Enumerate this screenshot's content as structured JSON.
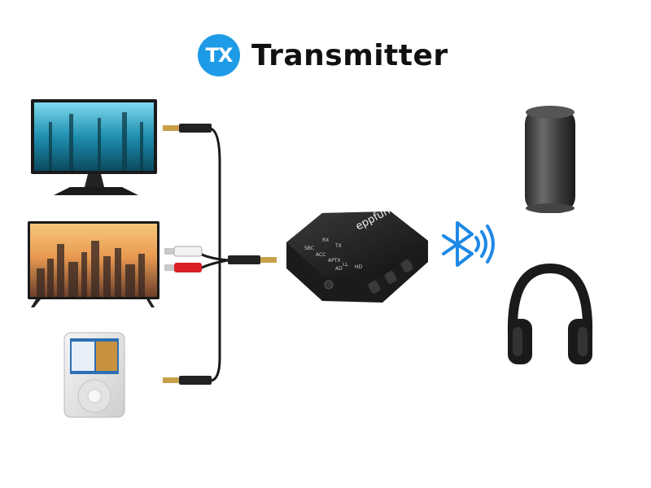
{
  "header": {
    "badge": "TX",
    "title": "Transmitter"
  },
  "device": {
    "brand": "eppfun",
    "panel_labels": [
      "RX",
      "TX",
      "SBC",
      "ACC",
      "APTX",
      "LL",
      "HD",
      "AD"
    ]
  },
  "colors": {
    "accent_blue": "#1e9be6",
    "bluetooth_blue": "#1e88e5",
    "device_black": "#1b1b1b"
  },
  "icons": [
    "bluetooth-icon",
    "monitor-icon",
    "tv-icon",
    "mp3-player-icon",
    "speaker-icon",
    "headphones-icon"
  ]
}
